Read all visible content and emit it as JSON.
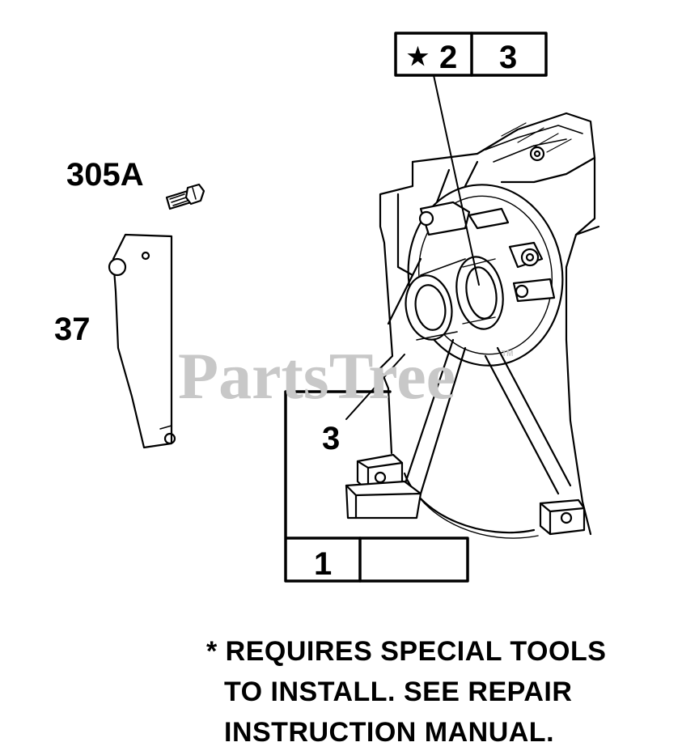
{
  "watermark": "PartsTree",
  "watermark_tm": "TM",
  "callouts": {
    "bolt": "305A",
    "plate": "37",
    "box_star": "★",
    "box_seal": "2",
    "box_gasket": "3",
    "gasket_label": "3",
    "crankcase": "1"
  },
  "note": {
    "line1": "* REQUIRES SPECIAL TOOLS",
    "line2": "TO INSTALL. SEE REPAIR",
    "line3": "INSTRUCTION MANUAL."
  },
  "colors": {
    "ink": "#000000",
    "watermark": "#c8c8c8",
    "paper": "#ffffff"
  }
}
